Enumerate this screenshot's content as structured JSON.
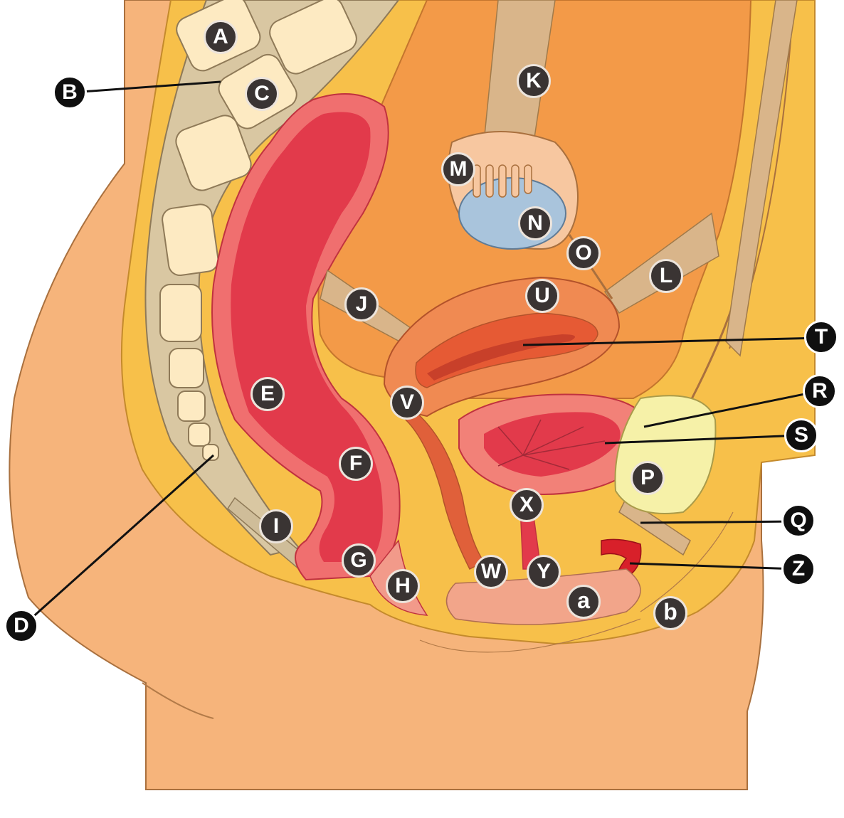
{
  "diagram": {
    "labels": {
      "A": "A",
      "B": "B",
      "C": "C",
      "D": "D",
      "E": "E",
      "F": "F",
      "G": "G",
      "H": "H",
      "I": "I",
      "J": "J",
      "K": "K",
      "L": "L",
      "M": "M",
      "N": "N",
      "O": "O",
      "P": "P",
      "Q": "Q",
      "R": "R",
      "S": "S",
      "T": "T",
      "U": "U",
      "V": "V",
      "W": "W",
      "X": "X",
      "Y": "Y",
      "Z": "Z",
      "a": "a",
      "b": "b"
    }
  },
  "colors": {
    "skin": "#f6b47b",
    "fat_layer": "#f7c04a",
    "cavity": "#f39a48",
    "rectum": "#e8404f",
    "bladder": "#e35560",
    "uterus": "#e06b3c",
    "spine_bone": "#fdeac2",
    "ovary": "#a9c4dc",
    "pubic_bone": "#f6f1a8",
    "label_inner": "#3a3433",
    "label_outer": "#0f0f0f"
  }
}
